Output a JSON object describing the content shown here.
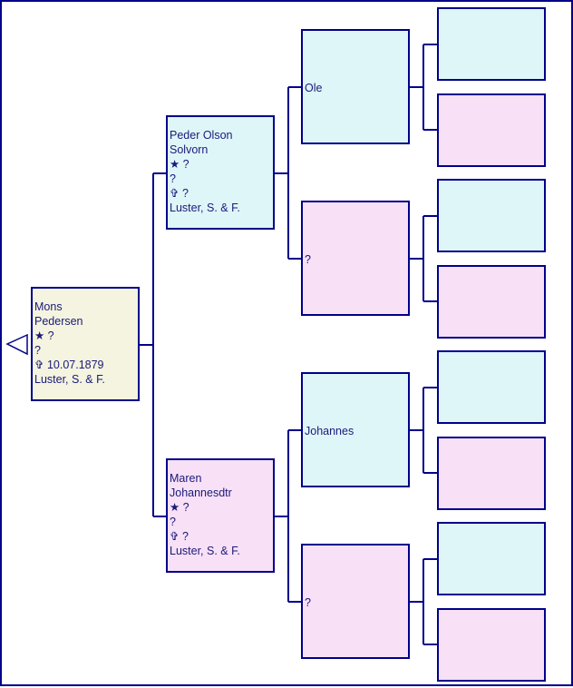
{
  "root": {
    "line1": "Mons",
    "line2": "Pedersen",
    "birth": "★ ?",
    "place": "?",
    "death": "✞ 10.07.1879",
    "location": "Luster, S. & F."
  },
  "father": {
    "line1": "Peder Olson",
    "line2": "Solvorn",
    "birth": "★ ?",
    "place": "?",
    "death": "✞ ?",
    "location": "Luster, S. & F."
  },
  "mother": {
    "line1": "Maren",
    "line2": "Johannesdtr",
    "birth": "★ ?",
    "place": "?",
    "death": "✞ ?",
    "location": "Luster, S. & F."
  },
  "paternal_grandfather": {
    "name": "Ole"
  },
  "paternal_grandmother": {
    "name": "?"
  },
  "maternal_grandfather": {
    "name": "Johannes"
  },
  "maternal_grandmother": {
    "name": "?"
  },
  "colors": {
    "line": "#00008b",
    "male_fill": "#dff6f8",
    "female_fill": "#f8e0f6",
    "root_fill": "#f4f4e0"
  },
  "icons": {
    "back": "back-arrow-icon",
    "birth": "star-icon",
    "death": "cross-icon"
  }
}
